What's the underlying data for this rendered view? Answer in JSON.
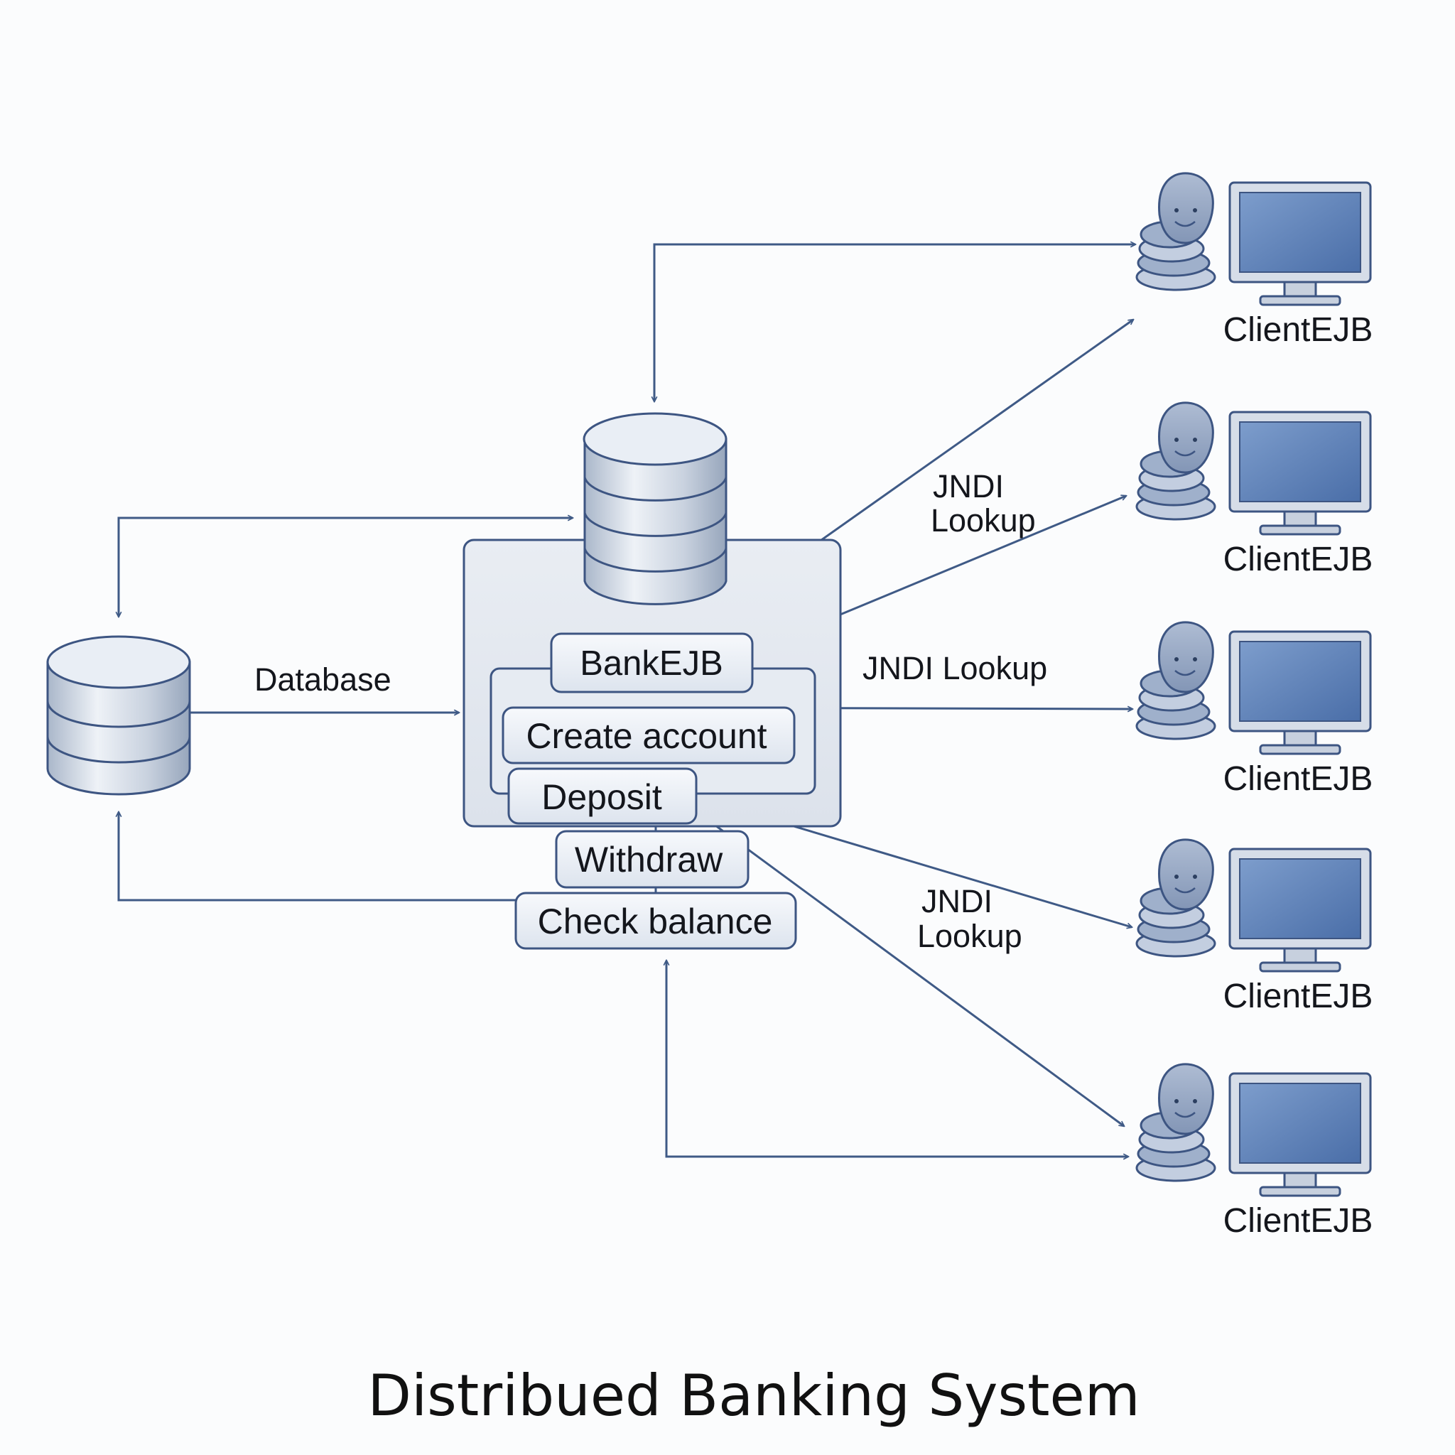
{
  "labels": {
    "database": "Database",
    "jndi_1_line1": "JNDI",
    "jndi_1_line2": "Lookup",
    "jndi_2": "JNDI Lookup",
    "jndi_3_line1": "JNDI",
    "jndi_3_line2": "Lookup"
  },
  "server": {
    "bank_ejb": "BankEJB",
    "operations": [
      "Create account",
      "Deposit",
      "Withdraw",
      "Check balance"
    ]
  },
  "clients": [
    {
      "label": "ClientEJB"
    },
    {
      "label": "ClientEJB"
    },
    {
      "label": "ClientEJB"
    },
    {
      "label": "ClientEJB"
    },
    {
      "label": "ClientEJB"
    }
  ],
  "title": "Distribued Banking System",
  "colors": {
    "line": "#3f5a86",
    "monitor_screen": "#5a7eb5",
    "cylinder": "#cfd7e3",
    "panel": "#e3e8f0"
  }
}
